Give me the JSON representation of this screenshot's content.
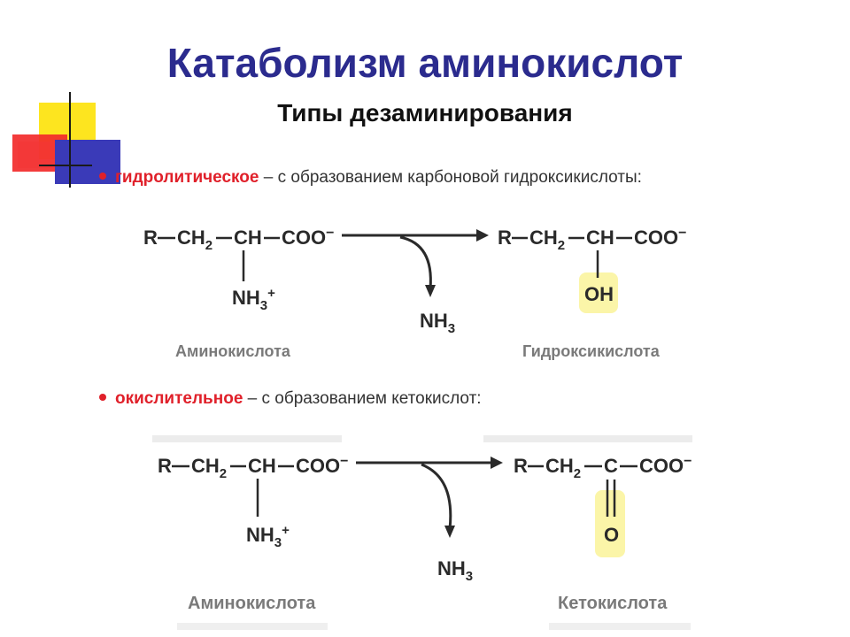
{
  "slide": {
    "title": "Катаболизм аминокислот",
    "subtitle": "Типы дезаминирования"
  },
  "bullets": [
    {
      "keyword": "гидролитическое",
      "rest": " – с образованием карбоновой гидроксикислоты:"
    },
    {
      "keyword": "окислительное",
      "rest": " – с образованием кетокислот:"
    }
  ],
  "reaction1": {
    "left": {
      "r": "R",
      "ch2": "CH",
      "ch2_sub": "2",
      "ch": "CH",
      "coo": "COO",
      "charge": "−",
      "nh": "NH",
      "nh_sub": "3",
      "nh_charge": "+",
      "caption": "Аминокислота"
    },
    "byproduct": {
      "nh": "NH",
      "nh_sub": "3"
    },
    "right": {
      "r": "R",
      "ch2": "CH",
      "ch2_sub": "2",
      "ch": "CH",
      "coo": "COO",
      "charge": "−",
      "oh": "OH",
      "caption": "Гидроксикислота"
    },
    "highlight_color": "#fbf5a8"
  },
  "reaction2": {
    "left": {
      "r": "R",
      "ch2": "CH",
      "ch2_sub": "2",
      "ch": "CH",
      "coo": "COO",
      "charge": "−",
      "nh": "NH",
      "nh_sub": "3",
      "nh_charge": "+",
      "caption": "Аминокислота"
    },
    "byproduct": {
      "nh": "NH",
      "nh_sub": "3"
    },
    "right": {
      "r": "R",
      "ch2": "CH",
      "ch2_sub": "2",
      "c": "C",
      "coo": "COO",
      "charge": "−",
      "o": "O",
      "caption": "Кетокислота"
    },
    "highlight_color": "#fbf5a8"
  },
  "colors": {
    "title": "#2b2b8e",
    "keyword": "#e0202a",
    "structure": "#2a2a2a",
    "caption": "#7a7a7a"
  }
}
